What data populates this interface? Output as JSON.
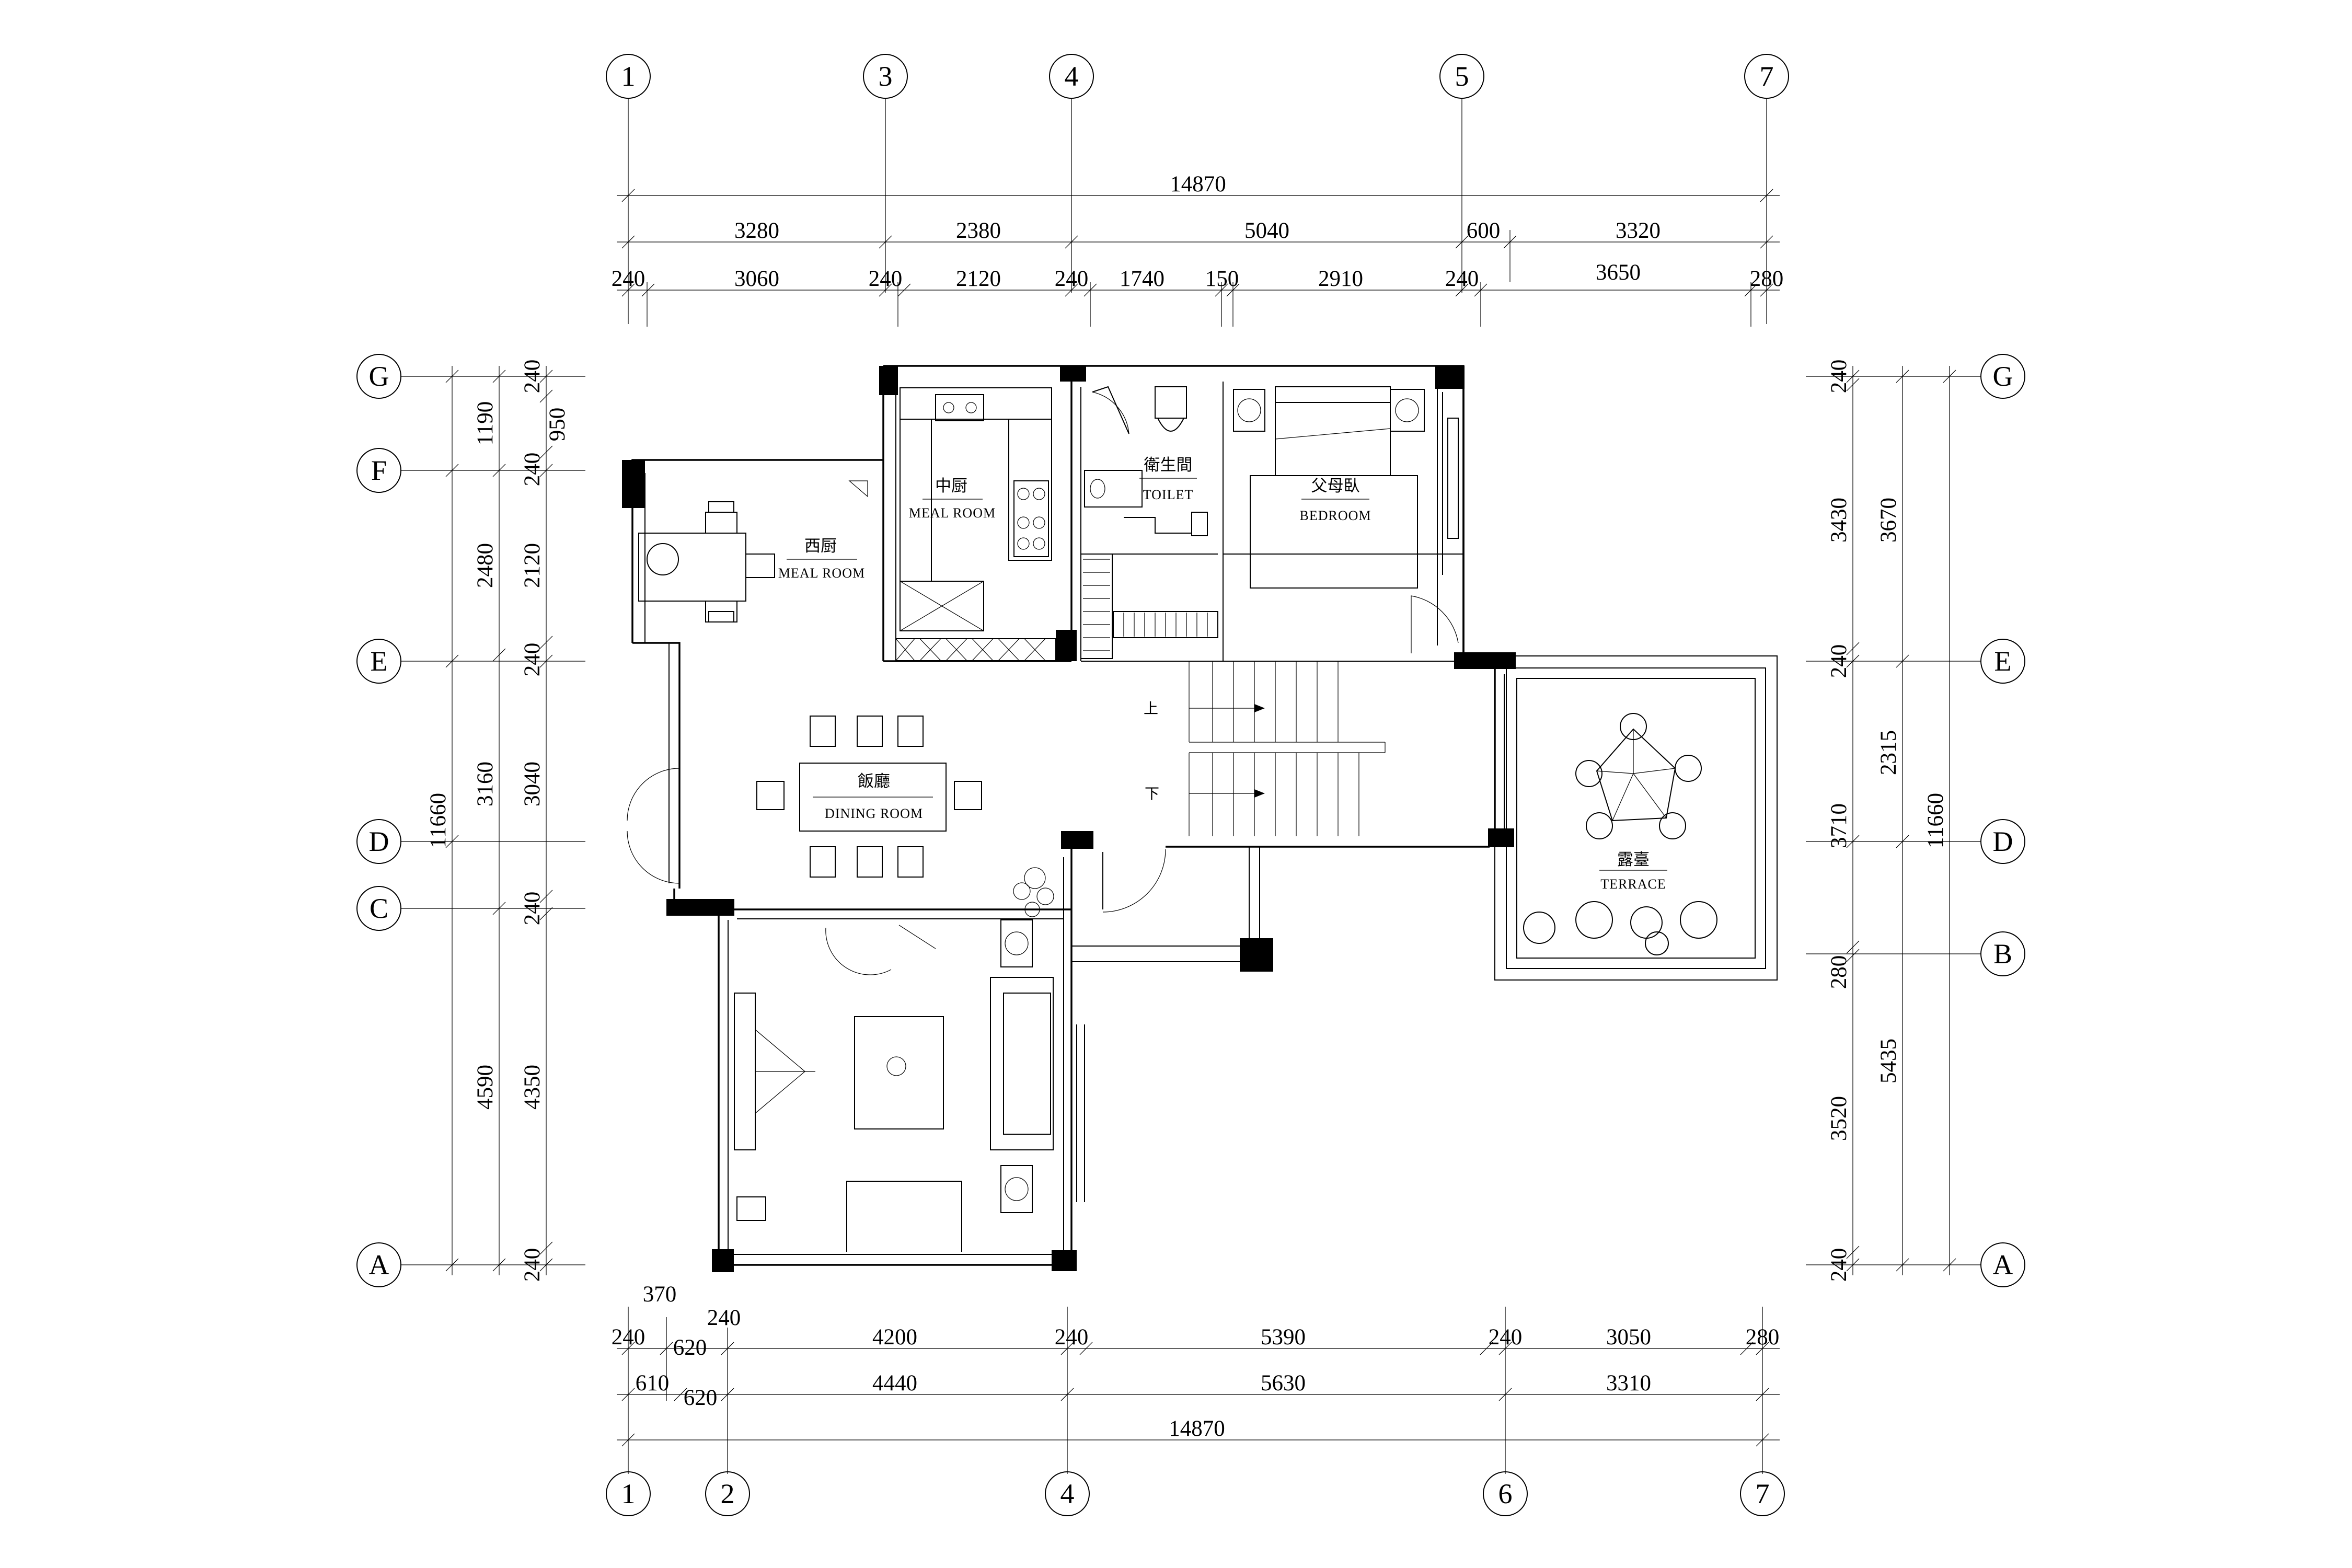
{
  "axes": {
    "top": [
      "1",
      "3",
      "4",
      "5",
      "7"
    ],
    "bottom": [
      "1",
      "2",
      "4",
      "6",
      "7"
    ],
    "left": [
      "G",
      "F",
      "E",
      "D",
      "C",
      "A"
    ],
    "right": [
      "G",
      "E",
      "D",
      "B",
      "A"
    ]
  },
  "dims": {
    "top_overall": "14870",
    "top_row2": [
      "3280",
      "2380",
      "5040",
      "600",
      "3320"
    ],
    "top_row3": [
      "240",
      "3060",
      "240",
      "2120",
      "240",
      "1740",
      "150",
      "2910",
      "240",
      "3650",
      "280"
    ],
    "bottom_row1": [
      "370",
      "240"
    ],
    "bottom_row2": [
      "240",
      "620",
      "4200",
      "240",
      "5390",
      "240",
      "3050",
      "280"
    ],
    "bottom_row3": [
      "610",
      "620",
      "4440",
      "5630",
      "3310"
    ],
    "bottom_overall": "14870",
    "left_overall": "11660",
    "left_col1": [
      "1190",
      "2480",
      "3160",
      "4590"
    ],
    "left_col2": [
      "240",
      "950",
      "240",
      "2120",
      "240",
      "3040",
      "240",
      "4350",
      "240"
    ],
    "right_col1": [
      "240",
      "3430",
      "240",
      "3710",
      "280",
      "3520",
      "240"
    ],
    "right_col2": [
      "3670",
      "2315",
      "5435"
    ],
    "right_overall": "11660"
  },
  "rooms": {
    "meal_kitchen": {
      "cn": "中厨",
      "en": "MEAL ROOM"
    },
    "western_kitchen": {
      "cn": "西厨",
      "en": "MEAL ROOM"
    },
    "toilet": {
      "cn": "衛生間",
      "en": "TOILET"
    },
    "bedroom": {
      "cn": "父母臥",
      "en": "BEDROOM"
    },
    "dining": {
      "cn": "飯廳",
      "en": "DINING ROOM"
    },
    "terrace": {
      "cn": "露臺",
      "en": "TERRACE"
    }
  },
  "stairs": {
    "up": "上",
    "down": "下"
  }
}
